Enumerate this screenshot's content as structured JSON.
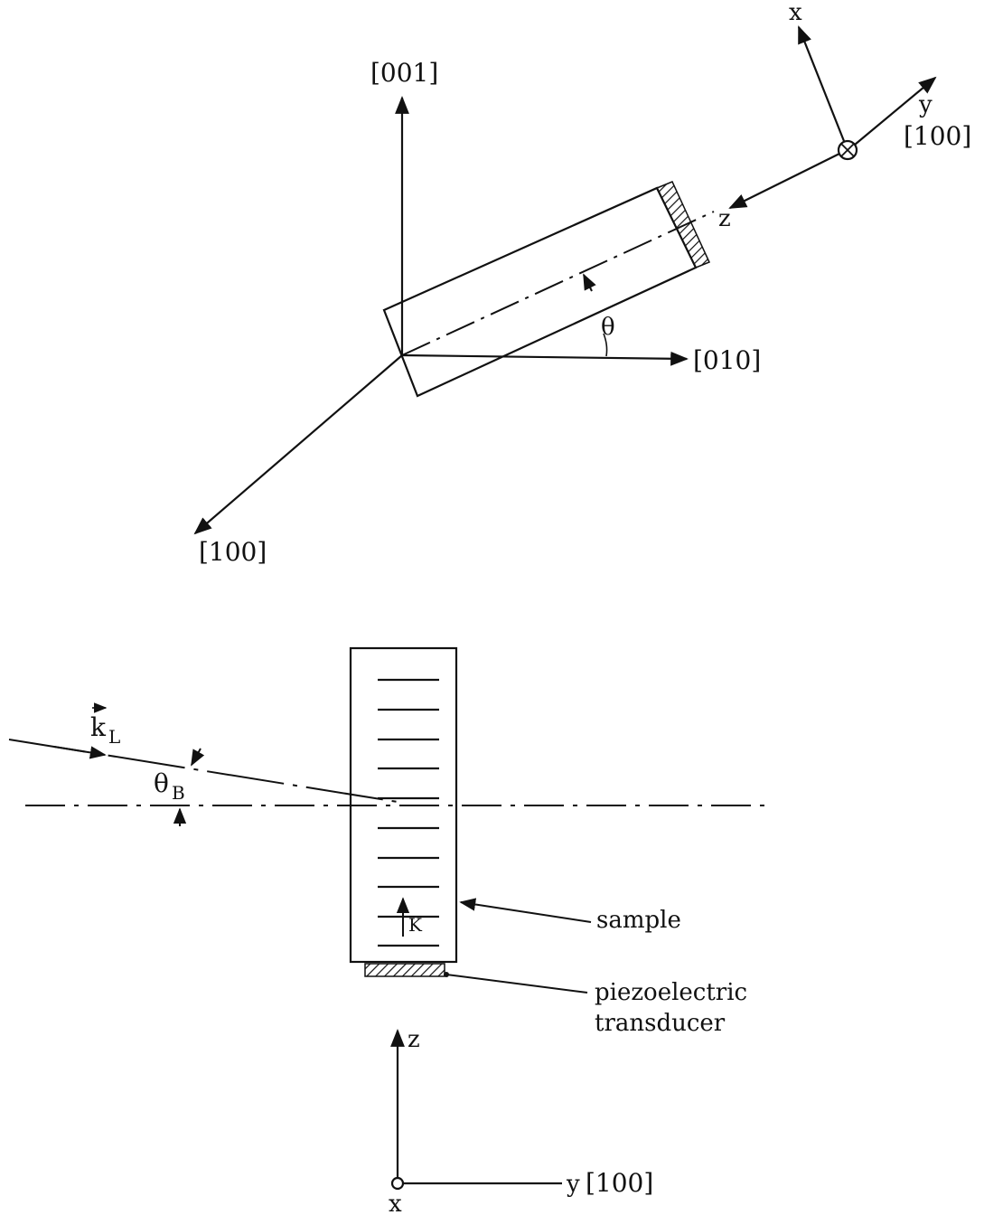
{
  "top_diagram": {
    "axis_001_label": "[001]",
    "axis_010_label": "[010]",
    "axis_100_label": "[100]",
    "local_axis_x_label": "x",
    "local_axis_y_label": "y",
    "local_axis_y_direction": "[100]",
    "local_axis_z_label": "z",
    "angle_label": "θ"
  },
  "bottom_diagram": {
    "wave_vector_symbol": "k",
    "wave_vector_subscript": "L",
    "bragg_angle_symbol": "θ",
    "bragg_angle_subscript": "B",
    "acoustic_wave_label": "K",
    "sample_label": "sample",
    "transducer_label_line1": "piezoelectric",
    "transducer_label_line2": "transducer",
    "axis_z_label": "z",
    "axis_y_label": "y",
    "axis_y_direction": "[100]",
    "axis_x_label": "x"
  }
}
